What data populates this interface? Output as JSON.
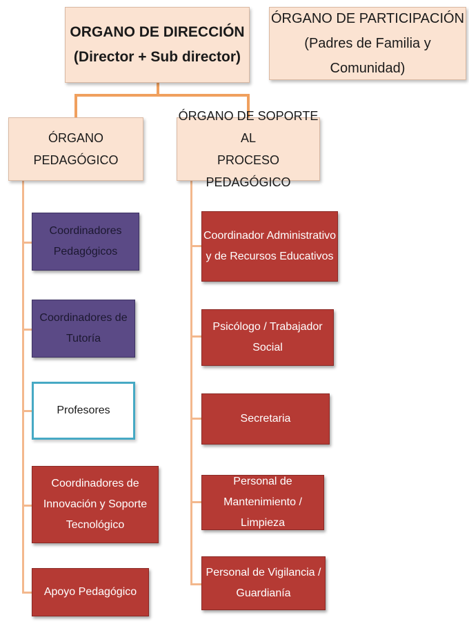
{
  "top": {
    "direccion": {
      "line1": "ORGANO DE DIRECCIÓN",
      "line2": "(Director + Sub director)"
    },
    "participacion": {
      "line1": "ÓRGANO DE PARTICIPACIÓN",
      "line2": "(Padres de Familia y Comunidad)"
    }
  },
  "branches": {
    "pedagogico": {
      "title": "ÓRGANO PEDAGÓGICO",
      "items": [
        {
          "line1": "Coordinadores",
          "line2": "Pedagógicos",
          "line3": ""
        },
        {
          "line1": "Coordinadores de",
          "line2": "Tutoría",
          "line3": ""
        },
        {
          "line1": "Profesores",
          "line2": "",
          "line3": ""
        },
        {
          "line1": "Coordinadores de",
          "line2": "Innovación y Soporte",
          "line3": "Tecnológico"
        },
        {
          "line1": "Apoyo Pedagógico",
          "line2": "",
          "line3": ""
        }
      ]
    },
    "soporte": {
      "title_line1": "ÓRGANO DE SOPORTE AL",
      "title_line2": "PROCESO PEDAGÓGICO",
      "items": [
        {
          "line1": "Coordinador Administrativo",
          "line2": "y de Recursos Educativos"
        },
        {
          "line1": "Psicólogo / Trabajador",
          "line2": "Social"
        },
        {
          "line1": "Secretaria",
          "line2": ""
        },
        {
          "line1": "Personal de",
          "line2": "Mantenimiento / Limpieza"
        },
        {
          "line1": "Personal de Vigilancia /",
          "line2": "Guardianía"
        }
      ]
    }
  },
  "colors": {
    "peach": "#fbe3d2",
    "purple": "#5b4a86",
    "red": "#b53a34",
    "teal_border": "#46a9c4",
    "connector": "#f3b88d"
  }
}
